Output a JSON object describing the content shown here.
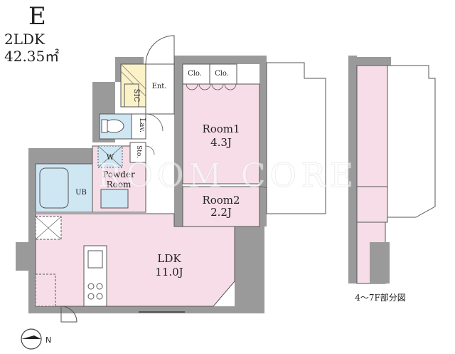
{
  "unit": {
    "type": "E",
    "layout": "2LDK",
    "area": "42.35㎡"
  },
  "rooms": {
    "room1": {
      "name": "Room1",
      "size": "4.3J"
    },
    "room2": {
      "name": "Room2",
      "size": "2.2J"
    },
    "ldk": {
      "name": "LDK",
      "size": "11.0J"
    },
    "powder": {
      "line1": "Powder",
      "line2": "Room"
    },
    "ub": "UB",
    "entrance": "Ent.",
    "sic": "SIC",
    "lavatory": "Lav.",
    "storage": "Sto.",
    "washer": "W",
    "closet1": "Clo.",
    "closet2": "Clo."
  },
  "partial_plan_caption": "4～7F部分図",
  "watermark": "ROOM CORE",
  "colors": {
    "room_pink": "#f6dde8",
    "bath_blue": "#cfe6f3",
    "wall_gray": "#9a9a9a",
    "entrance_yellow": "#fbf2c8"
  }
}
